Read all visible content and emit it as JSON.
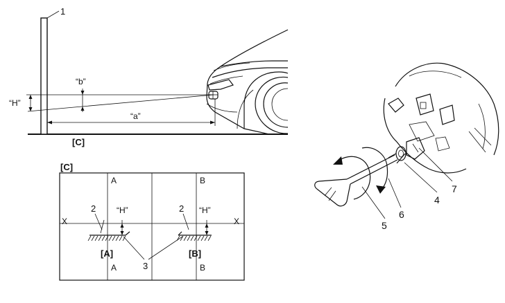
{
  "side_view": {
    "callout_1": "1",
    "label_H": "“H”",
    "label_b": "“b”",
    "label_a": "“a”",
    "label_C": "[C]"
  },
  "screen_view": {
    "title": "[C]",
    "col_A_top": "A",
    "col_A_bottom": "A",
    "col_B_top": "B",
    "col_B_bottom": "B",
    "row_X_left": "X",
    "row_X_right": "X",
    "callout_2_left": "2",
    "callout_2_right": "2",
    "label_H_left": "“H”",
    "label_H_right": "“H”",
    "label_bracket_A": "[A]",
    "label_bracket_B": "[B]",
    "callout_3": "3"
  },
  "adjuster_view": {
    "callout_4": "4",
    "callout_5": "5",
    "callout_6": "6",
    "callout_7": "7"
  }
}
